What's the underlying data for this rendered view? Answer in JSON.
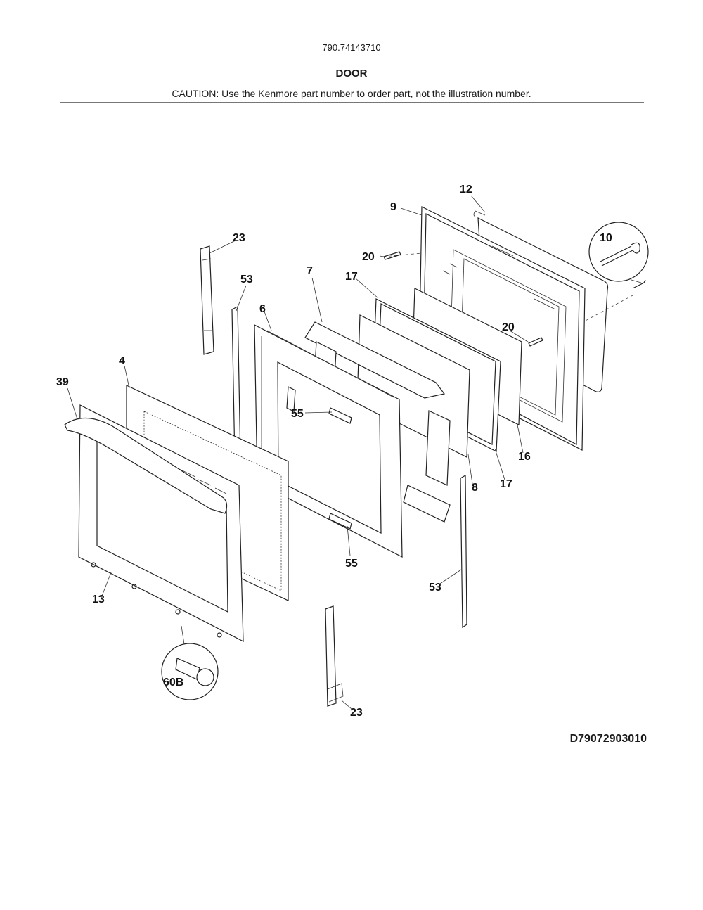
{
  "header": {
    "model_number": "790.74143710",
    "section_title": "DOOR",
    "caution_prefix": "CAUTION: Use the Kenmore part number to order ",
    "caution_link": "part",
    "caution_suffix": ", not the illustration number."
  },
  "drawing_id": "D79072903010",
  "callouts": {
    "c12": "12",
    "c9": "9",
    "c10": "10",
    "c23_top": "23",
    "c20_left": "20",
    "c7": "7",
    "c53_left": "53",
    "c17_top": "17",
    "c6": "6",
    "c20_right": "20",
    "c4": "4",
    "c39": "39",
    "c55_top": "55",
    "c16": "16",
    "c8": "8",
    "c17_bottom": "17",
    "c55_bottom": "55",
    "c53_right": "53",
    "c13": "13",
    "c60b": "60B",
    "c23_bottom": "23"
  }
}
